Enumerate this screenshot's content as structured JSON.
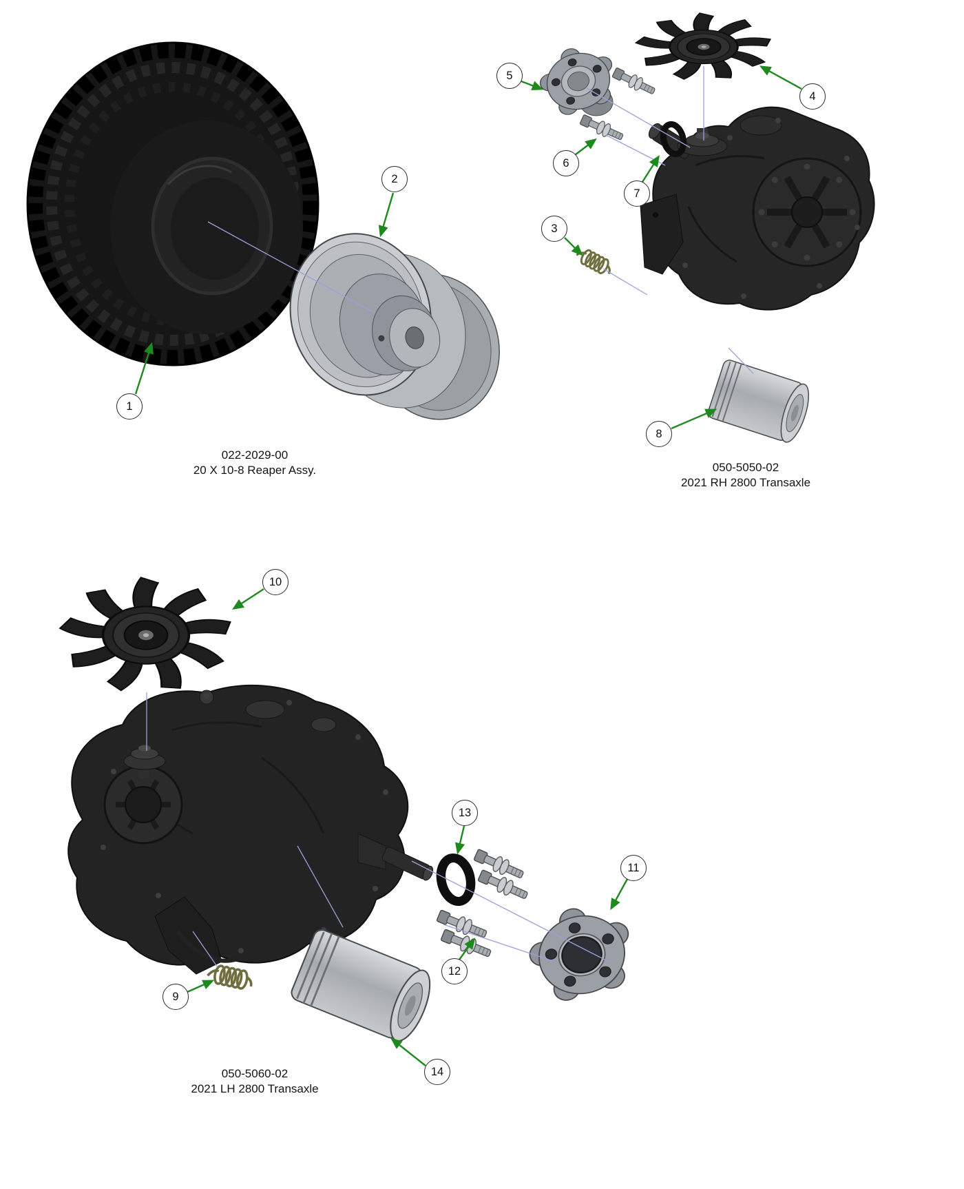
{
  "diagram": {
    "callouts": [
      "1",
      "2",
      "3",
      "4",
      "5",
      "6",
      "7",
      "8",
      "9",
      "10",
      "11",
      "12",
      "13",
      "14"
    ],
    "assemblies": [
      {
        "part_number": "022-2029-00",
        "name": "20 X 10-8 Reaper Assy."
      },
      {
        "part_number": "050-5050-02",
        "name": "2021 RH 2800 Transaxle"
      },
      {
        "part_number": "050-5060-02",
        "name": "2021 LH 2800 Transaxle"
      }
    ],
    "colors": {
      "arrow": "#1e8a1e",
      "leader_line": "#9aa0d8",
      "background": "#ffffff"
    }
  }
}
